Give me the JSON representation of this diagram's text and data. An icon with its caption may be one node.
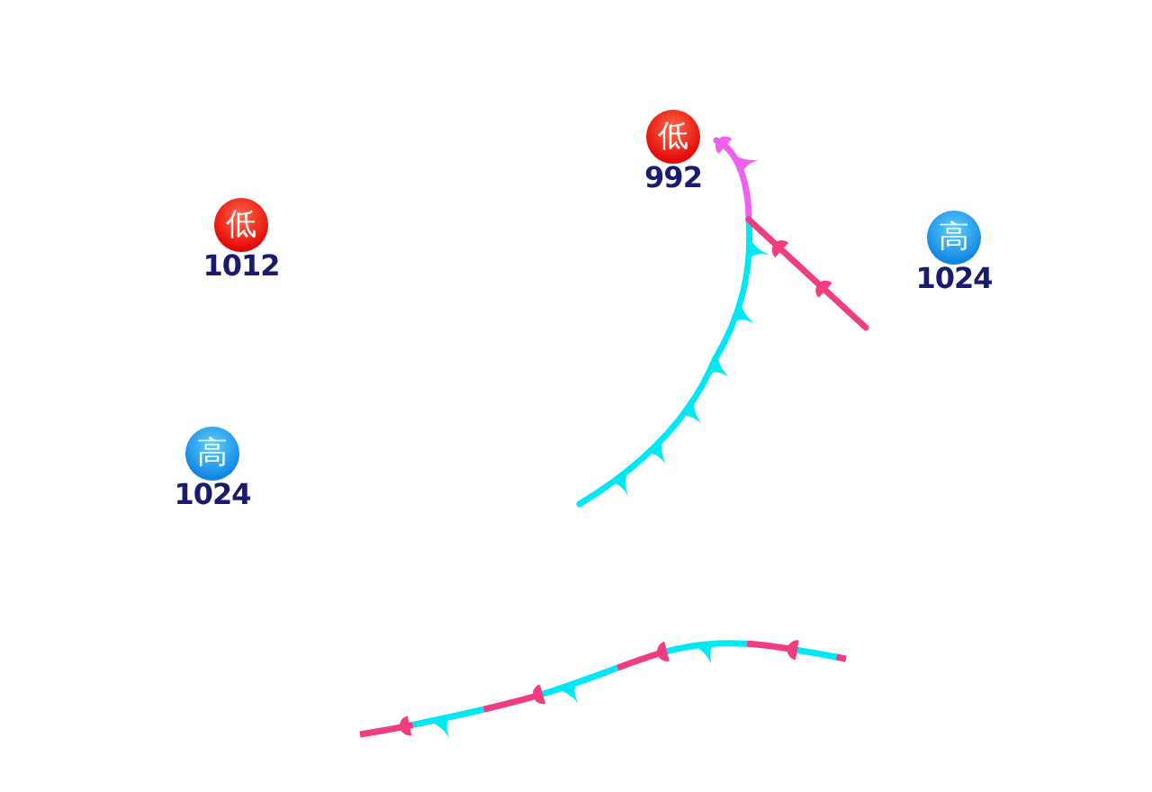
{
  "diagram": {
    "nodes": [
      {
        "text": [
          "低"
        ],
        "beside": [
          "992"
        ]
      },
      {
        "text": [
          "低"
        ],
        "beside": [
          "1012"
        ]
      },
      {
        "text": [
          "高"
        ],
        "beside": [
          "1024"
        ]
      },
      {
        "text": [
          "高"
        ],
        "beside": [
          "1024"
        ]
      }
    ]
  }
}
